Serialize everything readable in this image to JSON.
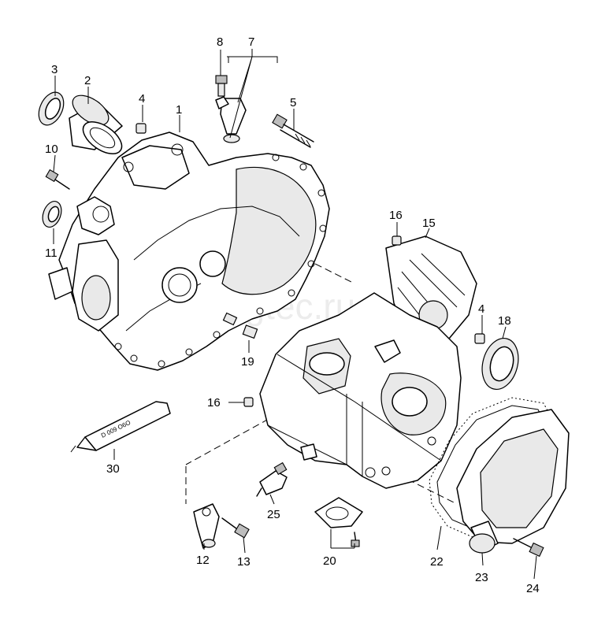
{
  "watermark": "vagtec.ru",
  "tube_text": "D 009 O6O",
  "callouts": [
    {
      "id": "c1",
      "text": "1"
    },
    {
      "id": "c2",
      "text": "2"
    },
    {
      "id": "c3",
      "text": "3"
    },
    {
      "id": "c4a",
      "text": "4"
    },
    {
      "id": "c4b",
      "text": "4"
    },
    {
      "id": "c5",
      "text": "5"
    },
    {
      "id": "c7",
      "text": "7"
    },
    {
      "id": "c8",
      "text": "8"
    },
    {
      "id": "c10",
      "text": "10"
    },
    {
      "id": "c11",
      "text": "11"
    },
    {
      "id": "c12",
      "text": "12"
    },
    {
      "id": "c13",
      "text": "13"
    },
    {
      "id": "c15",
      "text": "15"
    },
    {
      "id": "c16a",
      "text": "16"
    },
    {
      "id": "c16b",
      "text": "16"
    },
    {
      "id": "c18",
      "text": "18"
    },
    {
      "id": "c19",
      "text": "19"
    },
    {
      "id": "c20",
      "text": "20"
    },
    {
      "id": "c22",
      "text": "22"
    },
    {
      "id": "c23",
      "text": "23"
    },
    {
      "id": "c24",
      "text": "24"
    },
    {
      "id": "c25",
      "text": "25"
    },
    {
      "id": "c30",
      "text": "30"
    }
  ]
}
